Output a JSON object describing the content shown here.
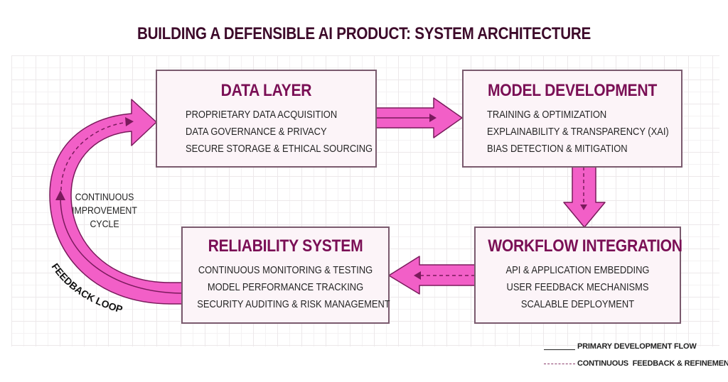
{
  "title": "BUILDING A DEFENSIBLE AI PRODUCT: SYSTEM ARCHITECTURE",
  "colors": {
    "arrow_fill": "#f25fc7",
    "arrow_stroke": "#7a1a5c",
    "box_fill": "#fcf4f8",
    "box_border": "#7a5a6e",
    "heading": "#7a0f55",
    "title": "#3d0a2a"
  },
  "boxes": {
    "data_layer": {
      "title": "DATA LAYER",
      "items": [
        "PROPRIETARY DATA ACQUISITION",
        "DATA GOVERNANCE & PRIVACY",
        "SECURE STORAGE & ETHICAL SOURCING"
      ]
    },
    "model_development": {
      "title": "MODEL DEVELOPMENT",
      "items": [
        "TRAINING & OPTIMIZATION",
        "EXPLAINABILITY & TRANSPARENCY (XAI)",
        "BIAS DETECTION & MITIGATION"
      ]
    },
    "workflow_integration": {
      "title": "WORKFLOW INTEGRATION",
      "items": [
        "API & APPLICATION EMBEDDING",
        "USER FEEDBACK MECHANISMS",
        "SCALABLE DEPLOYMENT"
      ]
    },
    "reliability_system": {
      "title": "RELIABILITY SYSTEM",
      "items": [
        "CONTINUOUS MONITORING & TESTING",
        "MODEL PERFORMANCE TRACKING",
        "SECURITY AUDITING & RISK MANAGEMENT"
      ]
    }
  },
  "cycle": {
    "center_label": [
      "CONTINUOUS",
      "IMPROVEMENT",
      "CYCLE"
    ],
    "loop_label": "FEEDBACK LOOP"
  },
  "legend": {
    "primary": "PRIMARY DEVELOPMENT FLOW",
    "feedback": "CONTINUOUS  FEEDBACK & REFINEMENT"
  }
}
